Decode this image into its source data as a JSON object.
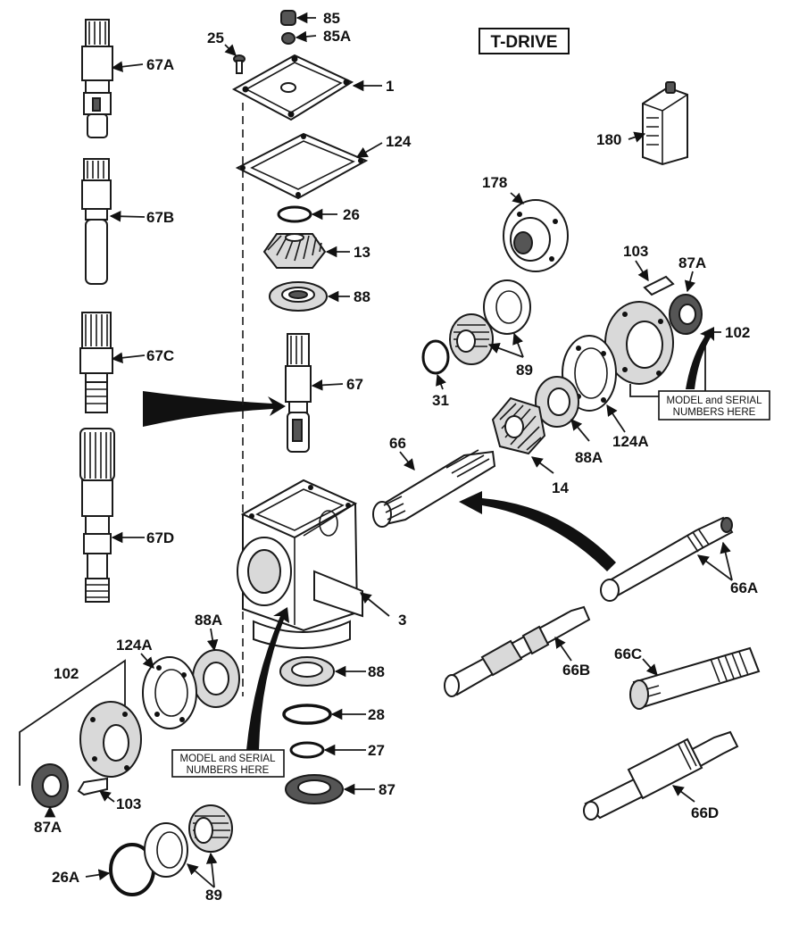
{
  "title": "T-DRIVE",
  "callouts": {
    "upper_right": [
      "MODEL and SERIAL",
      "NUMBERS HERE"
    ],
    "lower_left": [
      "MODEL and SERIAL",
      "NUMBERS HERE"
    ]
  },
  "labels": {
    "p85": "85",
    "p85a": "85A",
    "p25": "25",
    "p1": "1",
    "p124": "124",
    "p26": "26",
    "p13": "13",
    "p88_top": "88",
    "p67": "67",
    "p67a": "67A",
    "p67b": "67B",
    "p67c": "67C",
    "p67d": "67D",
    "p180": "180",
    "p178": "178",
    "p103_r": "103",
    "p87a_r": "87A",
    "p102_r": "102",
    "p89_r": "89",
    "p31": "31",
    "p124a_r": "124A",
    "p88a_r": "88A",
    "p14": "14",
    "p66": "66",
    "p3": "3",
    "p66a": "66A",
    "p66b": "66B",
    "p66c": "66C",
    "p66d": "66D",
    "p88a_l": "88A",
    "p124a_l": "124A",
    "p102_l": "102",
    "p88_bot": "88",
    "p28": "28",
    "p27": "27",
    "p87": "87",
    "p87a_l": "87A",
    "p103_l": "103",
    "p26a": "26A",
    "p89_l": "89"
  }
}
